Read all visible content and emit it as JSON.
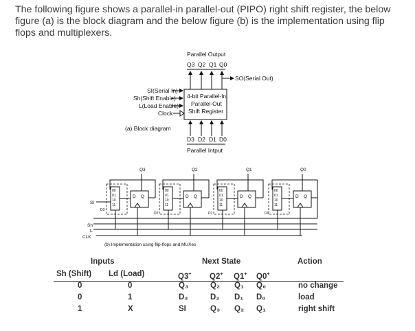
{
  "question": "The following figure shows a parallel-in parallel-out (PIPO) right shift register, the below figure (a) is the block diagram and the below figure (b) is the implementation using flip flops and multiplexers.",
  "block_diagram": {
    "parallel_output_label": "Parallel Output",
    "outputs": [
      "Q3",
      "Q2",
      "Q1",
      "Q0"
    ],
    "serial_out_label": "SO(Serial Out)",
    "inputs": [
      "SI(Serial In)",
      "Sh(Shift Enable)",
      "L(Load Enable)",
      "Clock"
    ],
    "box_lines": [
      "4-bit Parallel-In,",
      "Parallel-Out",
      "Shift Register"
    ],
    "parallel_inputs": [
      "D3",
      "D2",
      "D1",
      "D0"
    ],
    "parallel_input_label": "Parallel Intput",
    "caption": "(a) Block diagram"
  },
  "implementation": {
    "q_labels": [
      "Q3",
      "Q2",
      "Q1",
      "Q0"
    ],
    "d_labels": [
      "D3",
      "D2",
      "D1",
      "D0"
    ],
    "mux_inputs": [
      "00",
      "01",
      "10",
      "11"
    ],
    "ff_d": "D",
    "ff_q": "Q",
    "si_label": "SI",
    "sh_label": "Sh",
    "l_label": "L",
    "clk_label": "CLK",
    "caption": "(b) Implementation using flip-flops and MUXes"
  },
  "table": {
    "inputs_header": "Inputs",
    "next_state_header": "Next State",
    "action_header": "Action",
    "col_sh": "Sh (Shift)",
    "col_ld": "Ld (Load)",
    "next_cols": [
      "Q3",
      "Q2",
      "Q1",
      "Q0"
    ],
    "next_sup": "+",
    "rows": [
      {
        "sh": "0",
        "ld": "0",
        "q3": "Q₃",
        "q2": "Q₂",
        "q1": "Q₁",
        "q0": "Q₀",
        "action": "no change"
      },
      {
        "sh": "0",
        "ld": "1",
        "q3": "D₃",
        "q2": "D₂",
        "q1": "D₁",
        "q0": "D₀",
        "action": "load"
      },
      {
        "sh": "1",
        "ld": "X",
        "q3": "SI",
        "q2": "Q₃",
        "q1": "Q₂",
        "q0": "Q₁",
        "action": "right shift"
      }
    ]
  }
}
